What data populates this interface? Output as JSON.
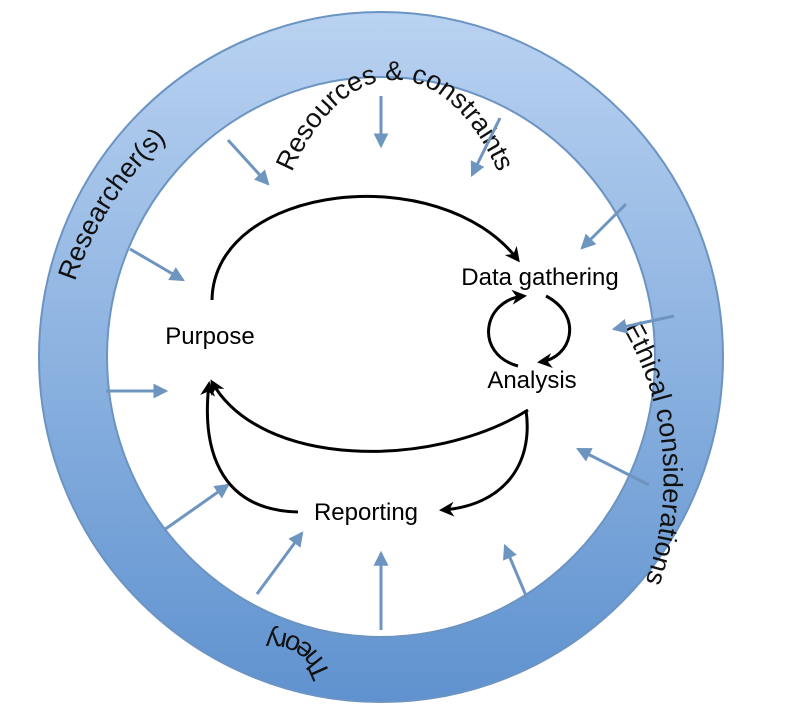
{
  "ring": {
    "top_label": "Resources & constraints",
    "left_label": "Researcher(s)",
    "right_label": "Ethical considerations",
    "bottom_label": "Theory",
    "colors": {
      "ring_light": "#b9d2f1",
      "ring_dark": "#5f92cf",
      "ring_edge": "#6c94c2",
      "inward_arrows": "#6e95c0"
    }
  },
  "cycle": {
    "nodes": {
      "purpose": "Purpose",
      "data_gathering": "Data gathering",
      "analysis": "Analysis",
      "reporting": "Reporting"
    },
    "arrow_color": "#000000"
  }
}
